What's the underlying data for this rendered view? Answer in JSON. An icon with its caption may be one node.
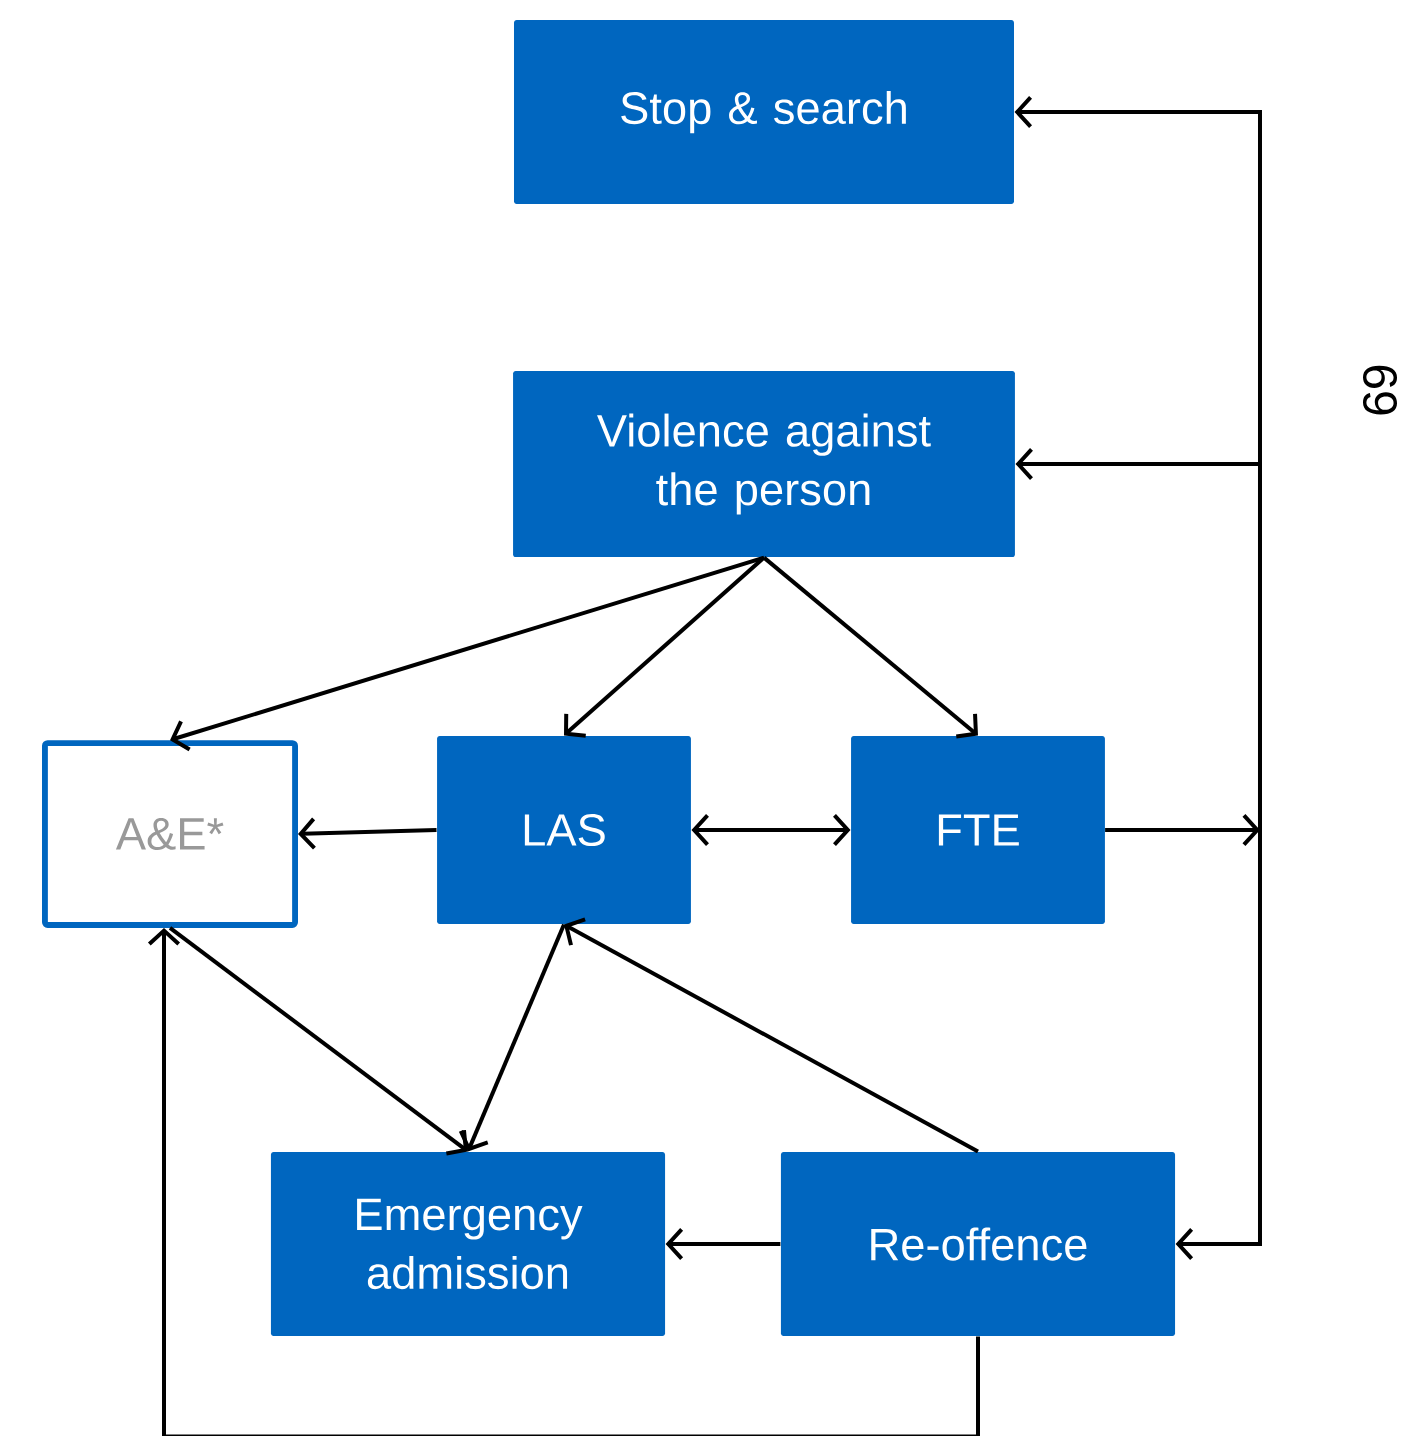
{
  "diagram": {
    "nodes": [
      {
        "text": [
          "Stop & search"
        ]
      },
      {
        "text": [
          "Violence against the person"
        ]
      },
      {
        "text": [
          "A&E*"
        ]
      },
      {
        "text": [
          "LAS"
        ]
      },
      {
        "text": [
          "FTE"
        ]
      },
      {
        "text": [
          "Emergency admission"
        ]
      },
      {
        "text": [
          "Re-offence"
        ]
      }
    ],
    "edges": [
      {
        "from": 1,
        "to": 2,
        "arrow": "to"
      },
      {
        "from": 1,
        "to": 3,
        "arrow": "to"
      },
      {
        "from": 1,
        "to": 4,
        "arrow": "to"
      },
      {
        "from": 3,
        "to": 2,
        "arrow": "to"
      },
      {
        "from": 3,
        "to": 4,
        "arrow": "both"
      },
      {
        "from": 2,
        "to": 5,
        "arrow": "to"
      },
      {
        "from": 3,
        "to": 5,
        "arrow": "to"
      },
      {
        "from": 6,
        "to": 3,
        "arrow": "to"
      },
      {
        "from": 6,
        "to": 5,
        "arrow": "to"
      },
      {
        "from": 6,
        "to": 2,
        "arrow": "to"
      },
      {
        "from": 4,
        "to": 0,
        "arrow": "to"
      },
      {
        "from": 4,
        "to": 1,
        "arrow": "to"
      },
      {
        "from": 4,
        "to": 6,
        "arrow": "to"
      }
    ],
    "labels": [
      "69"
    ]
  }
}
